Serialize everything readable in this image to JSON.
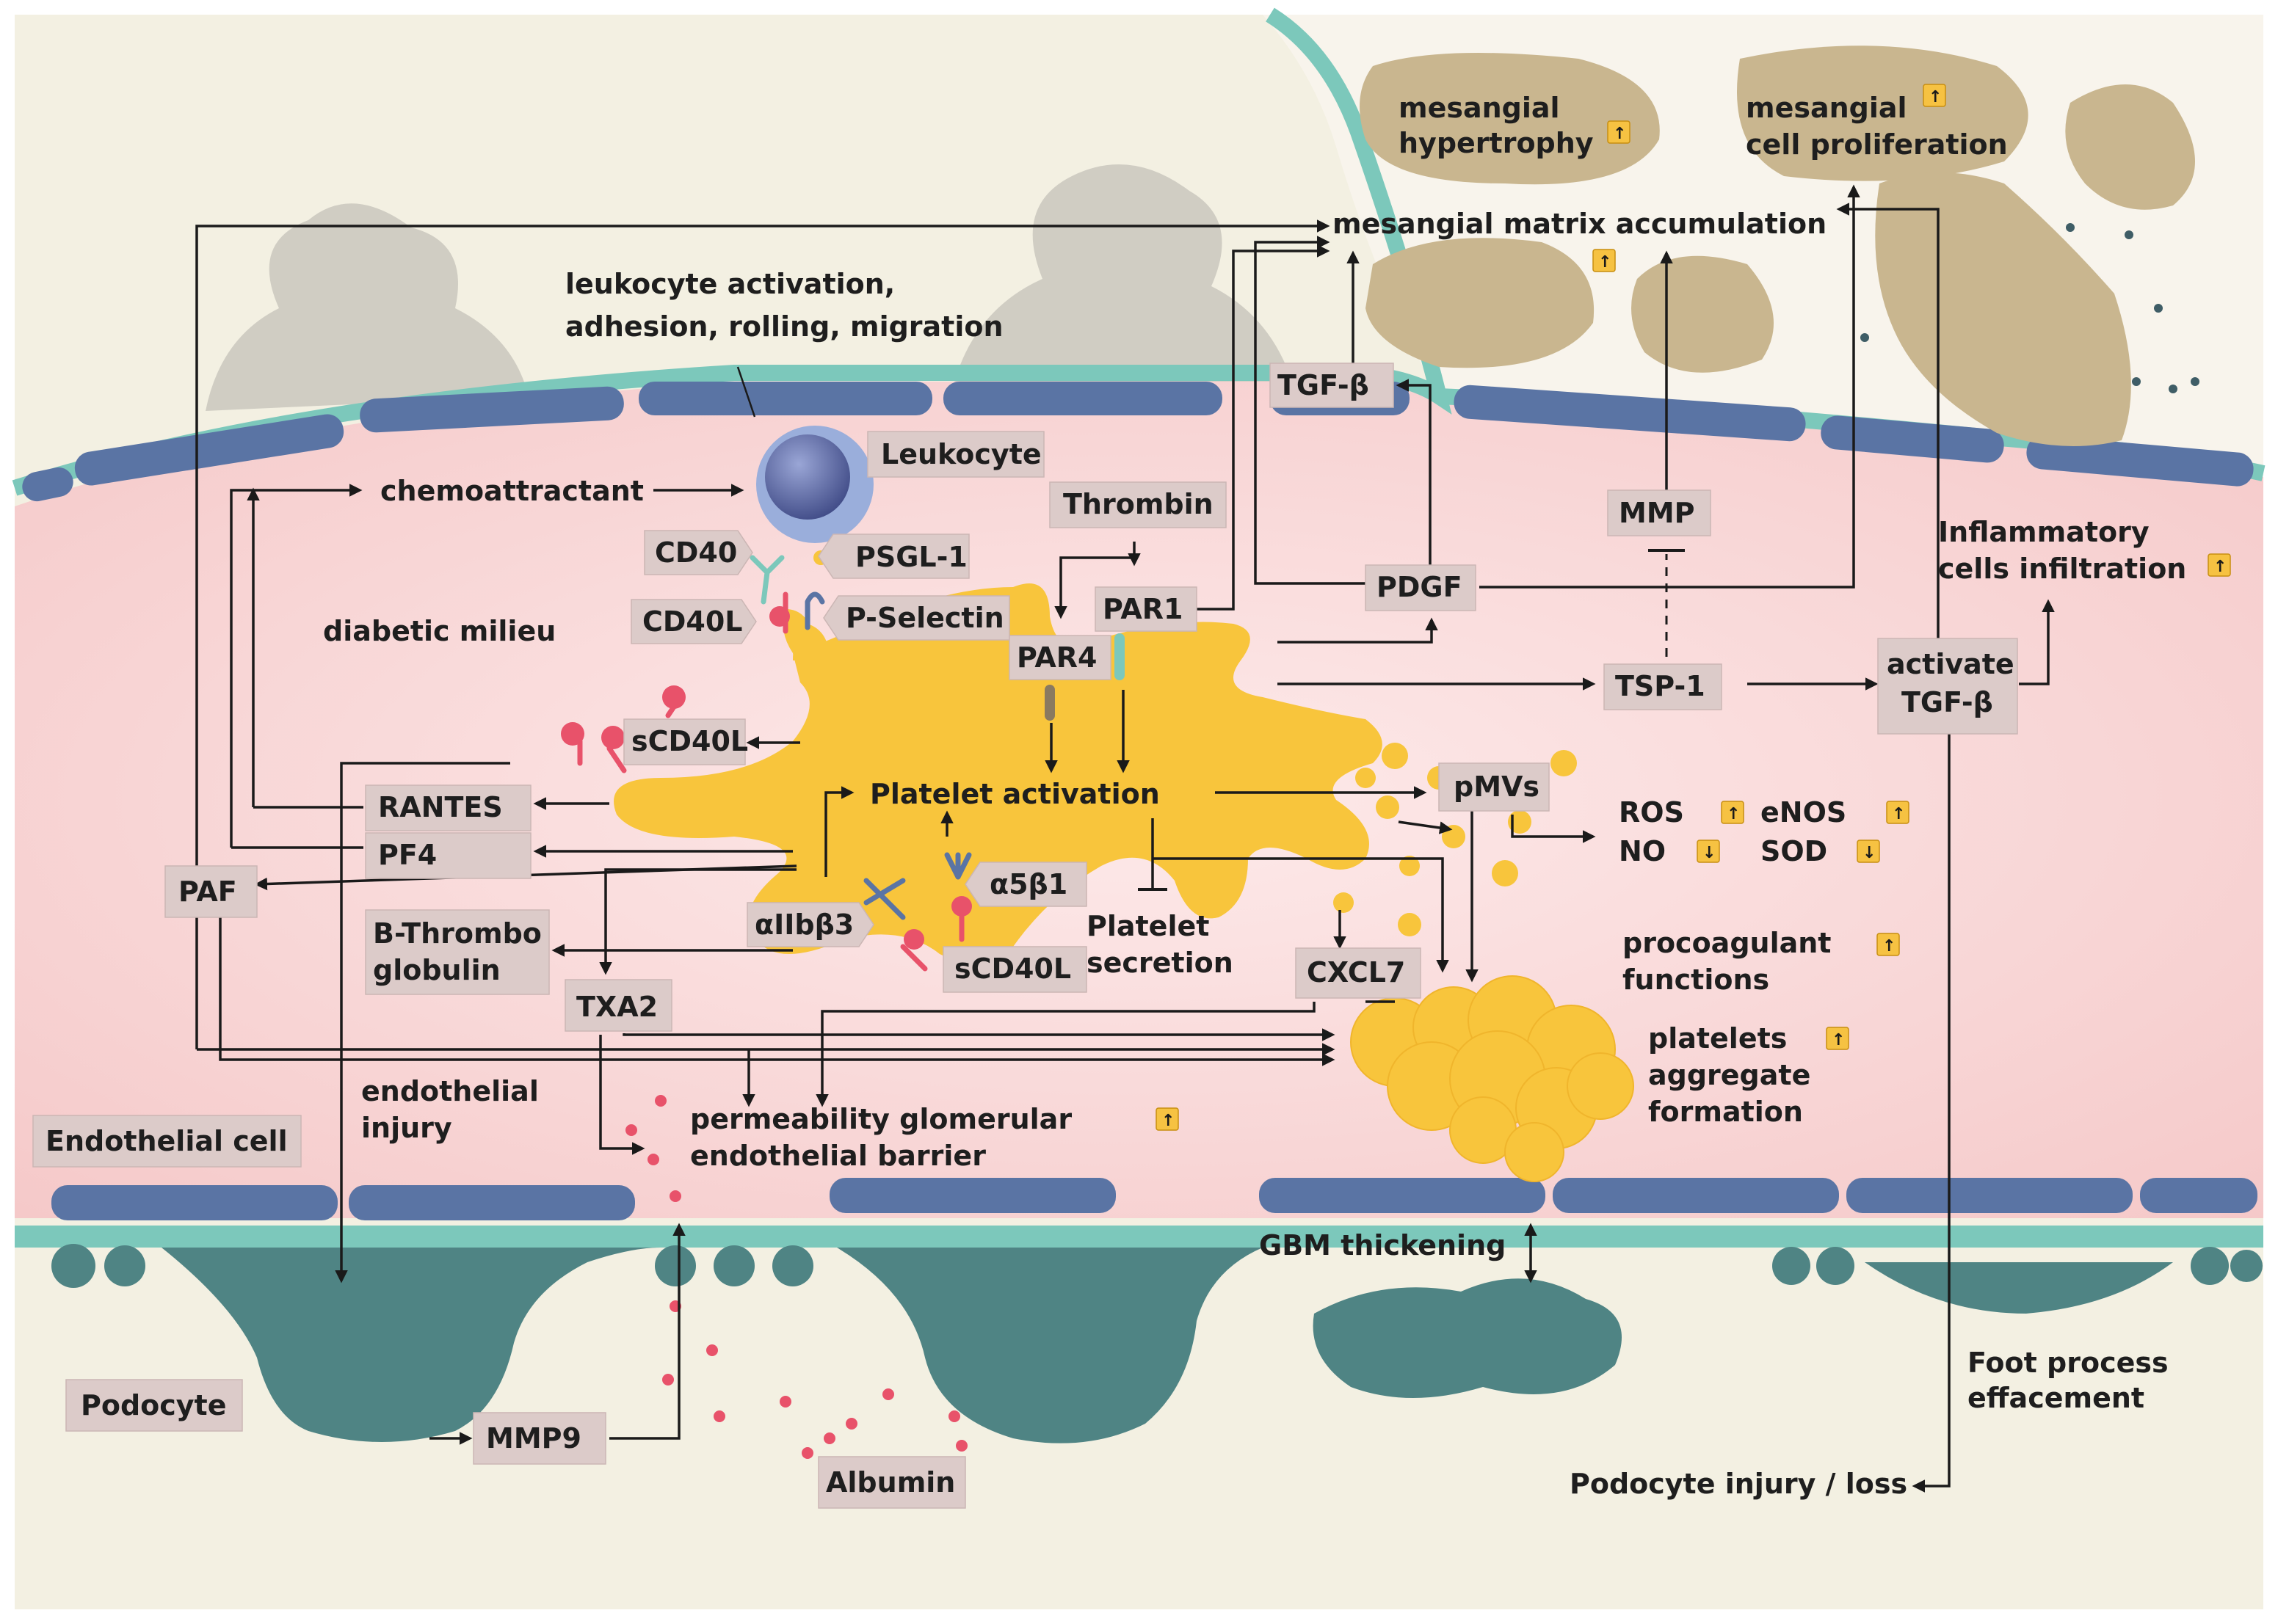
{
  "labels": {
    "mesangial_hypertrophy": [
      "mesangial",
      "hypertrophy"
    ],
    "mesangial_proliferation": [
      "mesangial",
      "cell proliferation"
    ],
    "matrix_accumulation": "mesangial matrix accumulation",
    "leukocyte_activation": [
      "leukocyte activation,",
      "adhesion, rolling, migration"
    ],
    "leukocyte": "Leukocyte",
    "chemoattractant": "chemoattractant",
    "thrombin": "Thrombin",
    "cd40": "CD40",
    "psgl1": "PSGL-1",
    "cd40l": "CD40L",
    "pselectin": "P-Selectin",
    "diabetic_milieu": "diabetic milieu",
    "par1": "PAR1",
    "par4": "PAR4",
    "tgfb": "TGF-β",
    "pdgf": "PDGF",
    "mmp": "MMP",
    "tsp1": "TSP-1",
    "activate_tgfb": [
      "activate",
      "TGF-β"
    ],
    "inflammatory": [
      "Inflammatory",
      "cells infiltration"
    ],
    "scd40l_1": "sCD40L",
    "scd40l_2": "sCD40L",
    "rantes": "RANTES",
    "pf4": "PF4",
    "paf": "PAF",
    "platelet_activation": "Platelet activation",
    "a5b1": "α5β1",
    "aiib3": "αIIbβ3",
    "b_thrombo": [
      "B-Thrombo",
      "globulin"
    ],
    "txa2": "TXA2",
    "platelet_secretion": [
      "Platelet",
      "secretion"
    ],
    "cxcl7": "CXCL7",
    "pmvs": "pMVs",
    "ros": "ROS",
    "enos": "eNOS",
    "no": "NO",
    "sod": "SOD",
    "procoagulant": [
      "procoagulant",
      "functions"
    ],
    "platelet_aggregate": [
      "platelets",
      "aggregate",
      "formation"
    ],
    "endothelial_injury": [
      "endothelial",
      "injury"
    ],
    "endothelial_cell": "Endothelial cell",
    "permeability": [
      "permeability glomerular",
      "endothelial barrier"
    ],
    "gbm_thickening": "GBM thickening",
    "podocyte": "Podocyte",
    "mmp9": "MMP9",
    "albumin": "Albumin",
    "foot_process": [
      "Foot process",
      "effacement"
    ],
    "podocyte_injury": "Podocyte injury / loss"
  },
  "icons": {
    "increase": "up-arrow-badge",
    "decrease": "down-arrow-badge"
  },
  "colors": {
    "label_box": "#dccbc9",
    "platelet": "#f8c53c",
    "mesangial_cell": "#c9b68f",
    "gbm_membrane": "#7cc8bb",
    "podocyte": "#4f8484",
    "endothelial_nucleus": "#5a74a4",
    "lumen": "#f7d2d2",
    "albumin_dots": "#e8526a"
  }
}
